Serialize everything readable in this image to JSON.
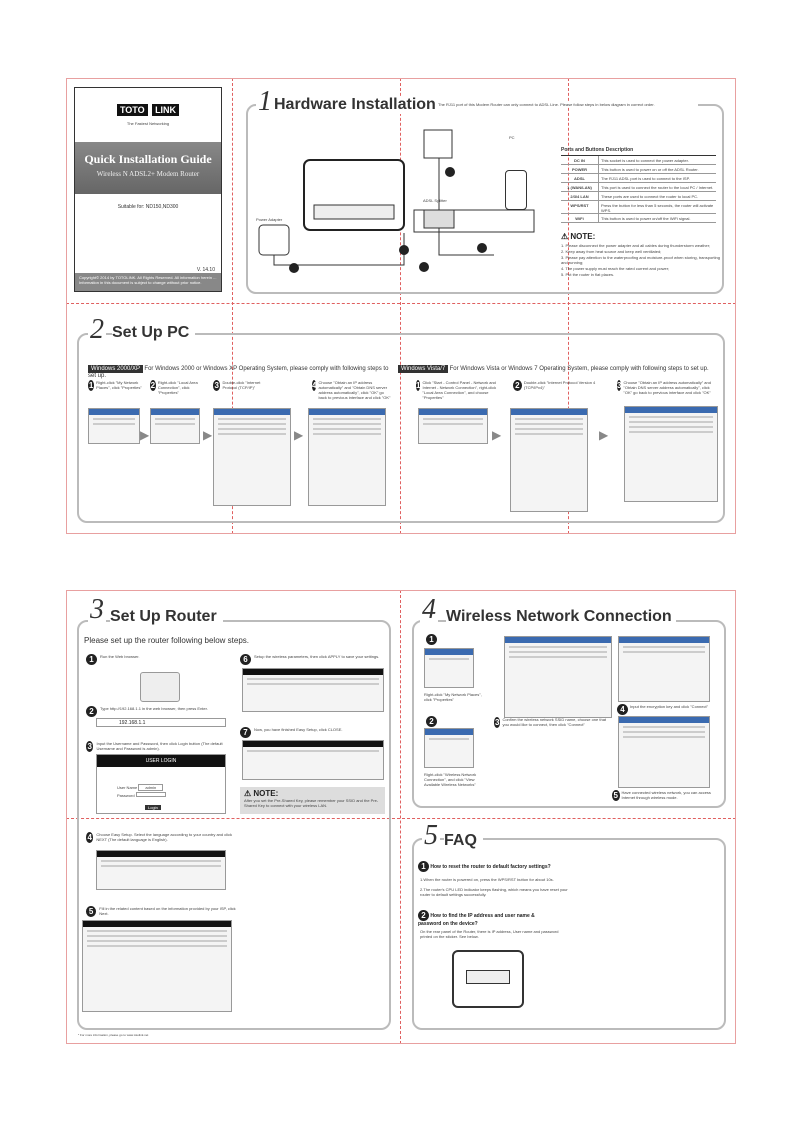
{
  "cover": {
    "brand_left": "TOTO",
    "brand_right": "LINK",
    "tagline": "The Fastest Networking",
    "title": "Quick Installation Guide",
    "subtitle": "Wireless N ADSL2+ Modem Router",
    "suitable": "Suitable for: ND150,ND300",
    "version": "V. 14.10",
    "copyright_line1": "Copyright© 2014 by TOTOLINK. All Rights Reserved. All information herein ...",
    "copyright_line2": "Information in this document is subject to change without prior notice."
  },
  "section1": {
    "number": "1",
    "title": "Hardware Installation",
    "intro": "The RJ11 port of this Modem Router can only connect to ADSL Line. Please follow steps in below diagram in correct order.",
    "label_pc": "PC",
    "label_splitter": "ADSL Splitter",
    "label_power": "Power Adapter",
    "table_title": "Ports and Buttons Description",
    "ports": [
      {
        "name": "DC IN",
        "desc": "This socket is used to connect the power adapter."
      },
      {
        "name": "POWER",
        "desc": "This button is used to power on or off the ADSL Router."
      },
      {
        "name": "ADSL",
        "desc": "The RJ11 ADSL port is used to connect to the ISP."
      },
      {
        "name": "1 (WAN/LAN)",
        "desc": "This port is used to connect the router to the local PC / Internet."
      },
      {
        "name": "2/3/4 LAN",
        "desc": "These ports are used to connect the router to local PC."
      },
      {
        "name": "WPS/RST",
        "desc": "Press the button for less than 5 seconds, the router will activate WPS."
      },
      {
        "name": "WiFi",
        "desc": "This button is used to power on/off the WiFi signal."
      }
    ],
    "note_title": "NOTE:",
    "notes": [
      "1. Please disconnect the power adapter and all cables during thunderstorm weather;",
      "2. Keep away from heat source and keep well ventilated;",
      "3. Please pay attention to the waterproofing and moisture-proof when storing, transporting and running;",
      "4. The power supply must reach the rated current and power;",
      "5. Put the router in flat places."
    ]
  },
  "section2": {
    "number": "2",
    "title": "Set Up PC",
    "win_xp_tag": "Windows 2000/XP",
    "win_xp_text": "For Windows 2000 or Windows XP Operating System, please comply with following steps to set up.",
    "win_vista_tag": "Windows Vista/7",
    "win_vista_text": "For Windows Vista or Windows 7 Operating System, please comply with following steps to set up.",
    "xp_steps": [
      "Right-click \"My Network Places\", click \"Properties\"",
      "Right-click \"Local Area Connection\", click \"Properties\"",
      "Double-click \"Internet Protocol (TCP/IP)\"",
      "Choose \"Obtain an IP address automatically\" and \"Obtain DNS server address automatically\", click \"OK\" go back to previous interface and click \"OK\""
    ],
    "vista_steps": [
      "Click \"Start - Control Panel - Network and Internet - Network Connection\", right-click \"Local Area Connection\", and choose \"Properties\"",
      "Double-click \"Internet Protocol Version 4 (TCP/IPv4)\"",
      "Choose \"Obtain an IP address automatically\" and \"Obtain DNS server address automatically\", click \"OK\" go back to previous interface and click \"OK\""
    ]
  },
  "section3": {
    "number": "3",
    "title": "Set Up Router",
    "intro": "Please set up the router following below steps.",
    "steps": [
      "Run the Web browser.",
      "Type http://192.168.1.1 in the web browser, then press Enter.",
      "Input the Username and Password, then click Login button (The default Username and Password is admin).",
      "Choose Easy Setup. Select the language according to your country and click NEXT (The default language is English).",
      "Fill in the related content based on the information provided by your ISP, click Next.",
      "Setup the wireless parameters, then click APPLY to save your settings.",
      "Now, you have finished Easy Setup, click CLOSE."
    ],
    "address_value": "192.168.1.1",
    "login_title": "USER LOGIN",
    "username_label": "User Name",
    "username_value": "admin",
    "password_label": "Password",
    "login_button": "Login",
    "note_title": "NOTE:",
    "note_text": "After you set the Pre-Shared Key, please remember your SSID and the Pre-Shared Key to connect with your wireless LAN.",
    "footer": "* For more information, please go to www.totolink.net"
  },
  "section4": {
    "number": "4",
    "title": "Wireless Network Connection",
    "steps": [
      "Right-click \"My Network Places\", click \"Properties\"",
      "Right-click \"Wireless Network Connection\", and click \"View Available Wireless Networks\"",
      "Confirm the wireless network SSID name, choose one that you would like to connect, then click \"Connect\"",
      "Input the encryption key and click \"Connect\"",
      "Have connected wireless network, you can access Internet through wireless mode."
    ]
  },
  "section5": {
    "number": "5",
    "title": "FAQ",
    "q1": "How to reset the router to default factory settings?",
    "a1_1": "1.When the router is powered on, press the WPS/RST button for about 10s.",
    "a1_2": "2.The router's CPU LED indicator keeps flashing, which means you have reset your router to default settings successfully.",
    "q2": "How to find the IP address and user name & password on the device?",
    "a2": "On the rear panel of the Router, there is IP address, User name and password printed on the sticker. See below."
  }
}
